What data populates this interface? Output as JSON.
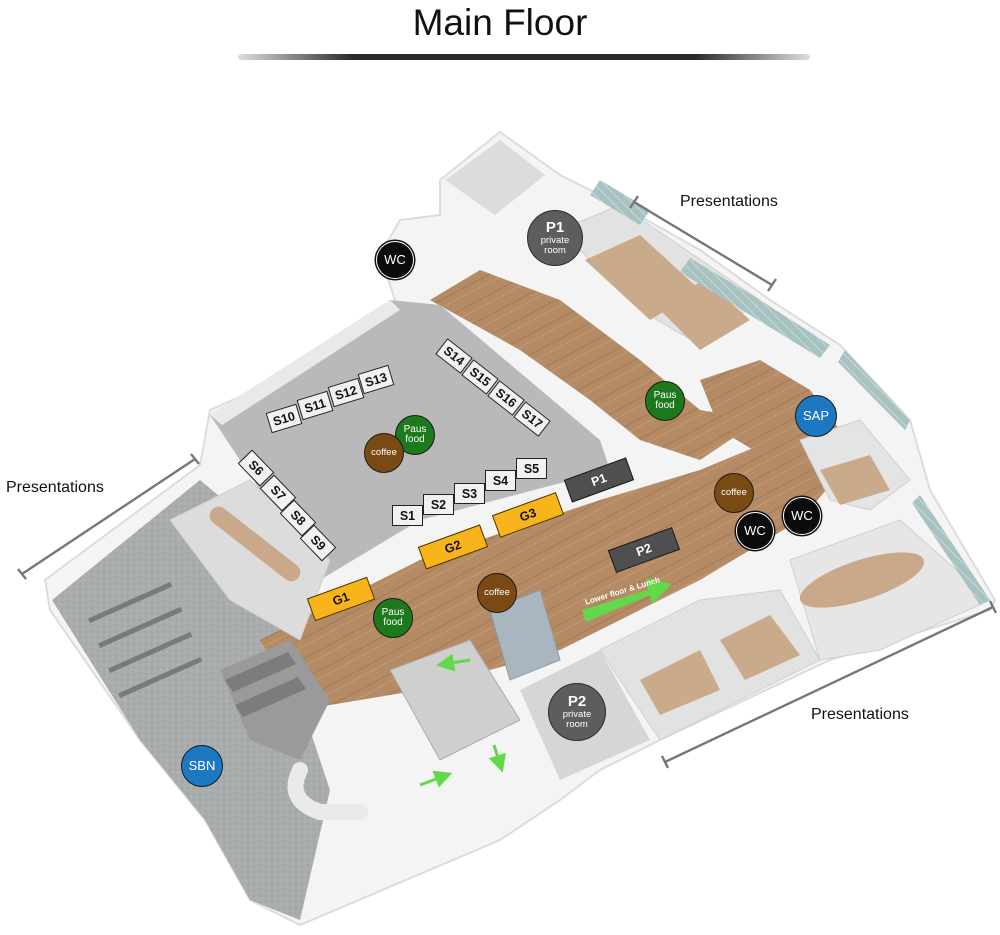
{
  "title": "Main Floor",
  "presentations": {
    "top": "Presentations",
    "left": "Presentations",
    "bottom": "Presentations"
  },
  "arrow_label": "Lower floor & Lunch",
  "markers": {
    "wc_top": "WC",
    "wc_mid_1": "WC",
    "wc_mid_2": "WC",
    "p1_label": "P1",
    "p1_sub": "private room",
    "p2_label": "P2",
    "p2_sub": "private room",
    "sap": "SAP",
    "sbn": "SBN",
    "paus_center": "Paus food",
    "paus_corridor": "Paus food",
    "paus_bottom": "Paus food",
    "coffee_center": "coffee",
    "coffee_right": "coffee",
    "coffee_bottom": "coffee"
  },
  "booths": {
    "s1": "S1",
    "s2": "S2",
    "s3": "S3",
    "s4": "S4",
    "s5": "S5",
    "s6": "S6",
    "s7": "S7",
    "s8": "S8",
    "s9": "S9",
    "s10": "S10",
    "s11": "S11",
    "s12": "S12",
    "s13": "S13",
    "s14": "S14",
    "s15": "S15",
    "s16": "S16",
    "s17": "S17",
    "g1": "G1",
    "g2": "G2",
    "g3": "G3",
    "p1": "P1",
    "p2": "P2"
  },
  "colors": {
    "wood": "#b48b64",
    "carpet": "#b9b9b9",
    "wall": "#f6f6f6",
    "glass": "#9db7b8",
    "marker_green": "#1c7a1c",
    "marker_brown": "#7a4a14",
    "marker_blue": "#1c78c0",
    "booth_gold": "#f7b41b",
    "arrow_green": "#62d84b"
  }
}
